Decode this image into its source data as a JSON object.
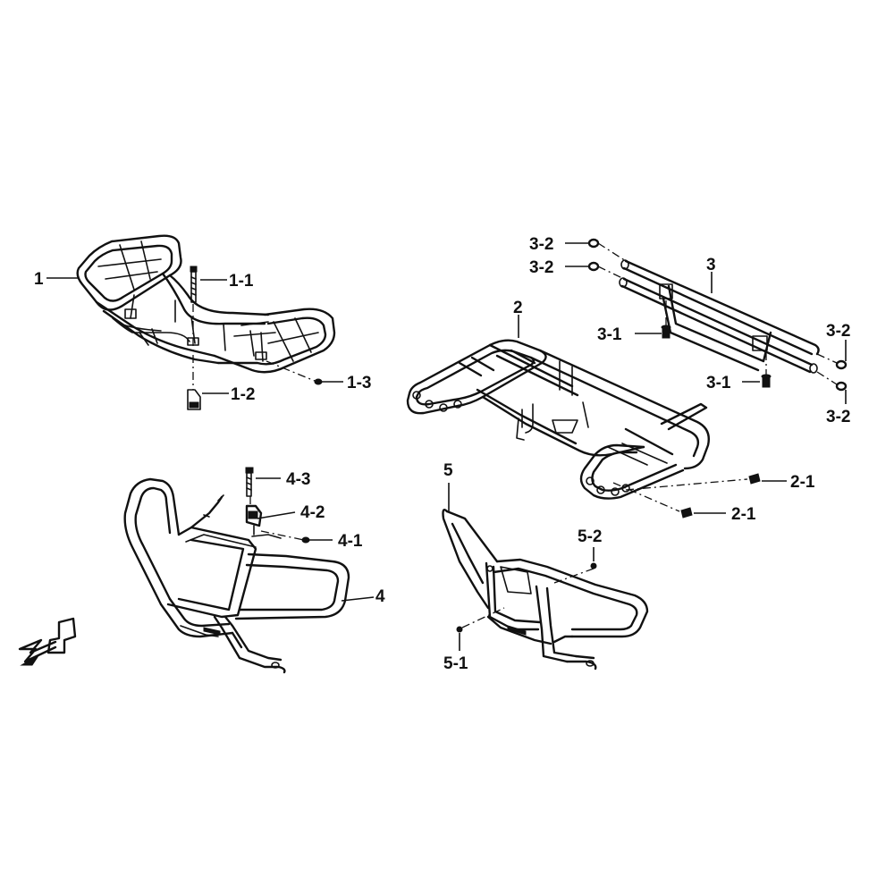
{
  "callouts": {
    "c1": "1",
    "c1_1": "1-1",
    "c1_2": "1-2",
    "c1_3": "1-3",
    "c2": "2",
    "c2_1a": "2-1",
    "c2_1b": "2-1",
    "c3": "3",
    "c3_1a": "3-1",
    "c3_1b": "3-1",
    "c3_2a": "3-2",
    "c3_2b": "3-2",
    "c3_2c": "3-2",
    "c3_2d": "3-2",
    "c4": "4",
    "c4_1": "4-1",
    "c4_2": "4-2",
    "c4_3": "4-3",
    "c5": "5",
    "c5_1": "5-1",
    "c5_2": "5-2"
  },
  "icons": {
    "orientation": "front-direction-arrow-icon"
  },
  "colors": {
    "line": "#111111",
    "background": "#ffffff"
  }
}
